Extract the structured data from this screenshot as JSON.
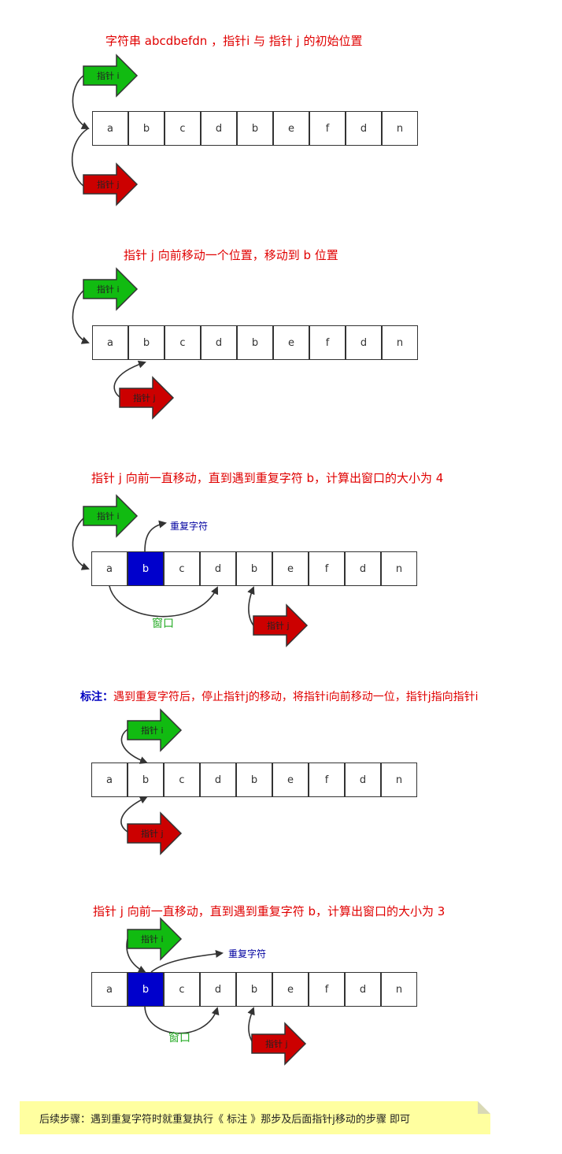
{
  "sections": [
    {
      "caption": "字符串 abcdbefdn ，指针i 与 指针 j 的初始位置"
    },
    {
      "caption": "指针 j 向前移动一个位置，移动到 b 位置"
    },
    {
      "caption": "指针 j 向前一直移动，直到遇到重复字符 b，计算出窗口的大小为 4"
    },
    {
      "note_label": "标注：",
      "caption": "遇到重复字符后，停止指针j的移动，将指针i向前移动一位，指针j指向指针i"
    },
    {
      "caption": "指针 j 向前一直移动，直到遇到重复字符 b，计算出窗口的大小为 3"
    }
  ],
  "chars": [
    "a",
    "b",
    "c",
    "d",
    "b",
    "e",
    "f",
    "d",
    "n"
  ],
  "pointer_i_label": "指针 i",
  "pointer_j_label": "指针 j",
  "duplicate_tag": "重复字符",
  "window_tag": "窗口",
  "footer": "后续步骤：遇到重复字符时就重复执行《 标注 》那步及后面指针j移动的步骤 即可",
  "colors": {
    "pointer_i": "#11bb11",
    "pointer_j": "#cc0000",
    "duplicate": "#0000cc",
    "caption": "#e00000"
  }
}
